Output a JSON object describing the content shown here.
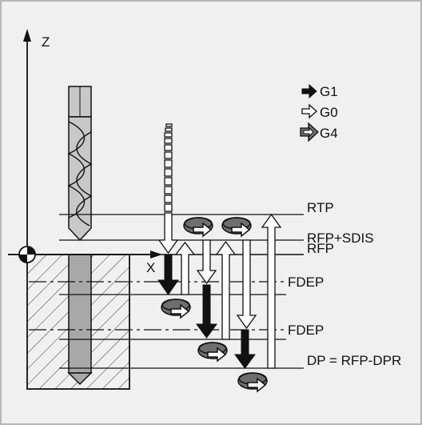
{
  "axes": {
    "z_label": "Z",
    "x_label": "X"
  },
  "legend": [
    {
      "icon": "filled-arrow-icon",
      "label": "G1"
    },
    {
      "icon": "hollow-arrow-icon",
      "label": "G0"
    },
    {
      "icon": "dwell-arrow-icon",
      "label": "G4"
    }
  ],
  "levels": {
    "rtp": "RTP",
    "rfp_sdis": "RFP+SDIS",
    "rfp": "RFP",
    "fdep1": "FDEP",
    "fdep2": "FDEP",
    "dp": "DP = RFP-DPR"
  },
  "colors": {
    "panel_bg": "#f0f0f0",
    "border": "#a0a0a0",
    "line": "#111111",
    "fill_dark": "#111111",
    "dwell_grey": "#6e6e6e",
    "tool_grey": "#c8c8c8",
    "hole_grey": "#a8a8a8"
  }
}
